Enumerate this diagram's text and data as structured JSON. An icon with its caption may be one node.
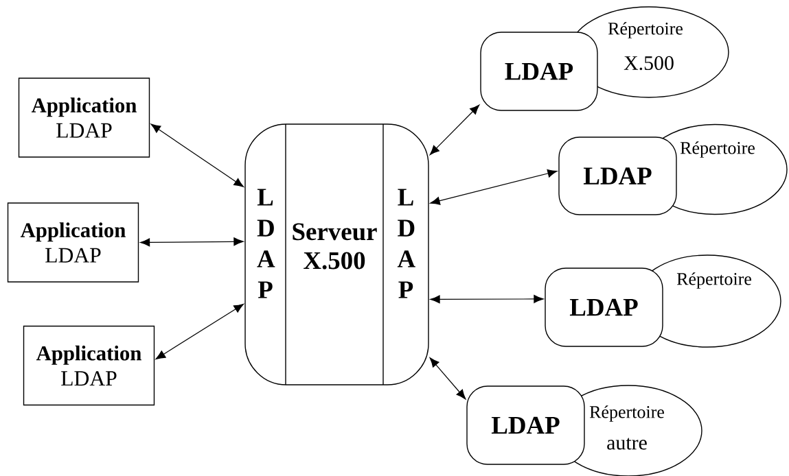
{
  "diagram": {
    "nodes": [
      {
        "text": [
          "Application",
          "LDAP"
        ]
      },
      {
        "text": [
          "Application",
          "LDAP"
        ]
      },
      {
        "text": [
          "Application",
          "LDAP"
        ]
      },
      {
        "text": [
          "L D A P",
          "Serveur X.500",
          "L D A P"
        ]
      },
      {
        "text": [
          "LDAP"
        ]
      },
      {
        "text": [
          "Répertoire",
          "X.500"
        ]
      },
      {
        "text": [
          "LDAP"
        ]
      },
      {
        "text": [
          "Répertoire"
        ]
      },
      {
        "text": [
          "LDAP"
        ]
      },
      {
        "text": [
          "Répertoire"
        ]
      },
      {
        "text": [
          "LDAP"
        ]
      },
      {
        "text": [
          "Répertoire",
          "autre"
        ]
      }
    ],
    "edges": [
      {
        "from": 0,
        "to": 3,
        "arrow": "both"
      },
      {
        "from": 1,
        "to": 3,
        "arrow": "both"
      },
      {
        "from": 2,
        "to": 3,
        "arrow": "both"
      },
      {
        "from": 3,
        "to": 4,
        "arrow": "both"
      },
      {
        "from": 3,
        "to": 6,
        "arrow": "both"
      },
      {
        "from": 3,
        "to": 8,
        "arrow": "both"
      },
      {
        "from": 3,
        "to": 10,
        "arrow": "both"
      }
    ]
  }
}
